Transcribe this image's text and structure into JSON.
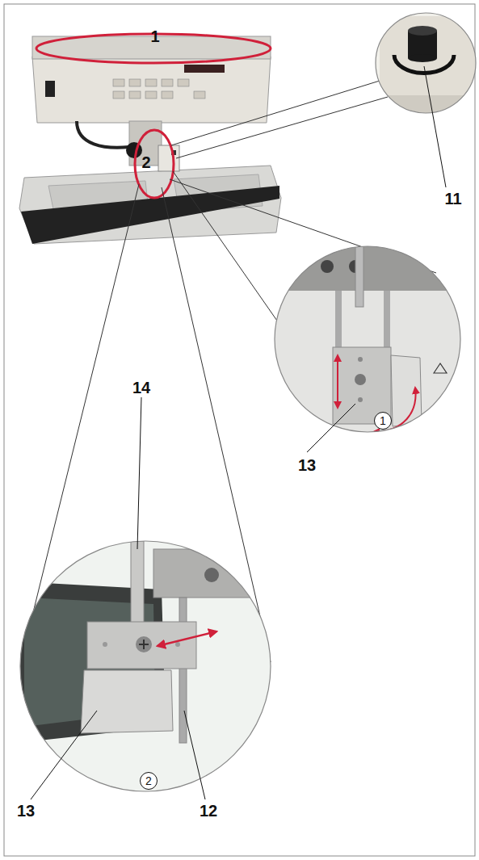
{
  "diagram": {
    "nodes": [
      {
        "text": [
          "1"
        ]
      },
      {
        "text": [
          "2"
        ]
      }
    ],
    "labels": [
      "1",
      "2",
      "11",
      "13",
      "14",
      "13",
      "12"
    ]
  }
}
